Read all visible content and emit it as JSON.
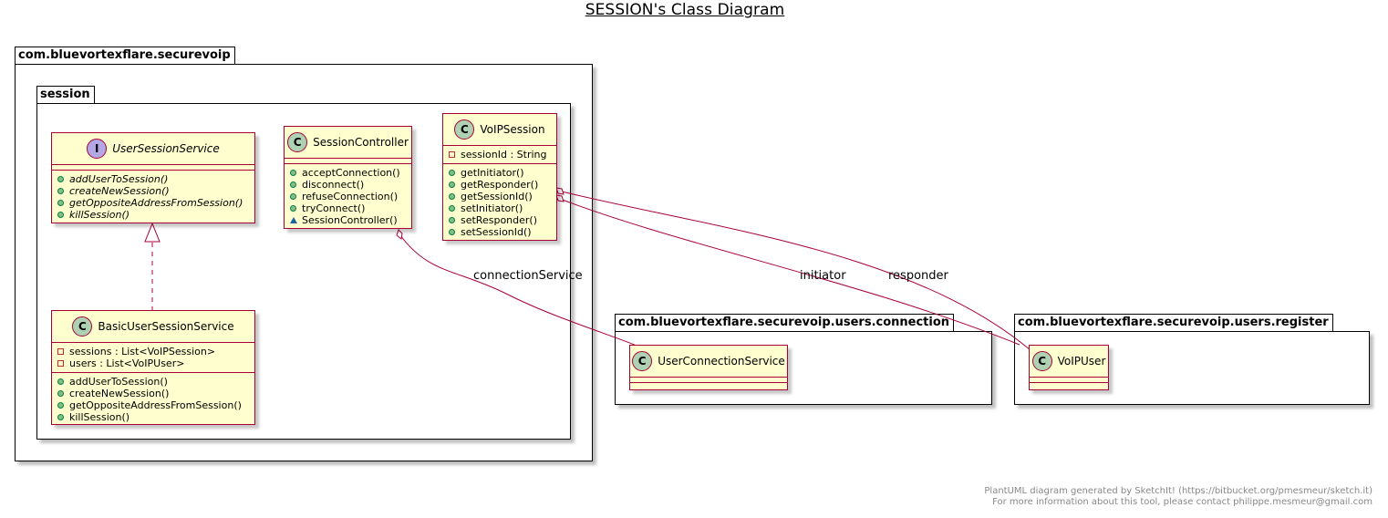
{
  "title": "SESSION's Class Diagram",
  "packages": {
    "root": "com.bluevortexflare.securevoip",
    "session": "session",
    "connection": "com.bluevortexflare.securevoip.users.connection",
    "register": "com.bluevortexflare.securevoip.users.register"
  },
  "classes": {
    "user_session_service": {
      "stereotype": "I",
      "name": "UserSessionService",
      "methods": [
        "addUserToSession()",
        "createNewSession()",
        "getOppositeAddressFromSession()",
        "killSession()"
      ]
    },
    "session_controller": {
      "stereotype": "C",
      "name": "SessionController",
      "methods": [
        "acceptConnection()",
        "disconnect()",
        "refuseConnection()",
        "tryConnect()",
        "SessionController()"
      ]
    },
    "voip_session": {
      "stereotype": "C",
      "name": "VoIPSession",
      "fields": [
        "sessionId : String"
      ],
      "methods": [
        "getInitiator()",
        "getResponder()",
        "getSessionId()",
        "setInitiator()",
        "setResponder()",
        "setSessionId()"
      ]
    },
    "basic_user_session_service": {
      "stereotype": "C",
      "name": "BasicUserSessionService",
      "fields": [
        "sessions : List<VoIPSession>",
        "users : List<VoIPUser>"
      ],
      "methods": [
        "addUserToSession()",
        "createNewSession()",
        "getOppositeAddressFromSession()",
        "killSession()"
      ]
    },
    "user_connection_service": {
      "stereotype": "C",
      "name": "UserConnectionService"
    },
    "voip_user": {
      "stereotype": "C",
      "name": "VoIPUser"
    }
  },
  "relations": {
    "connection_service": "connectionService",
    "initiator": "initiator",
    "responder": "responder"
  },
  "footer": {
    "line1": "PlantUML diagram generated by SketchIt! (https://bitbucket.org/pmesmeur/sketch.it)",
    "line2": "For more information about this tool, please contact philippe.mesmeur@gmail.com"
  },
  "colors": {
    "class_fill": "#FEFECE",
    "class_border": "#A80036",
    "class_stereotype": "#ADD1B2",
    "interface_stereotype": "#B4A7E5",
    "relation_line": "#A80036",
    "footer_text": "#888888"
  }
}
